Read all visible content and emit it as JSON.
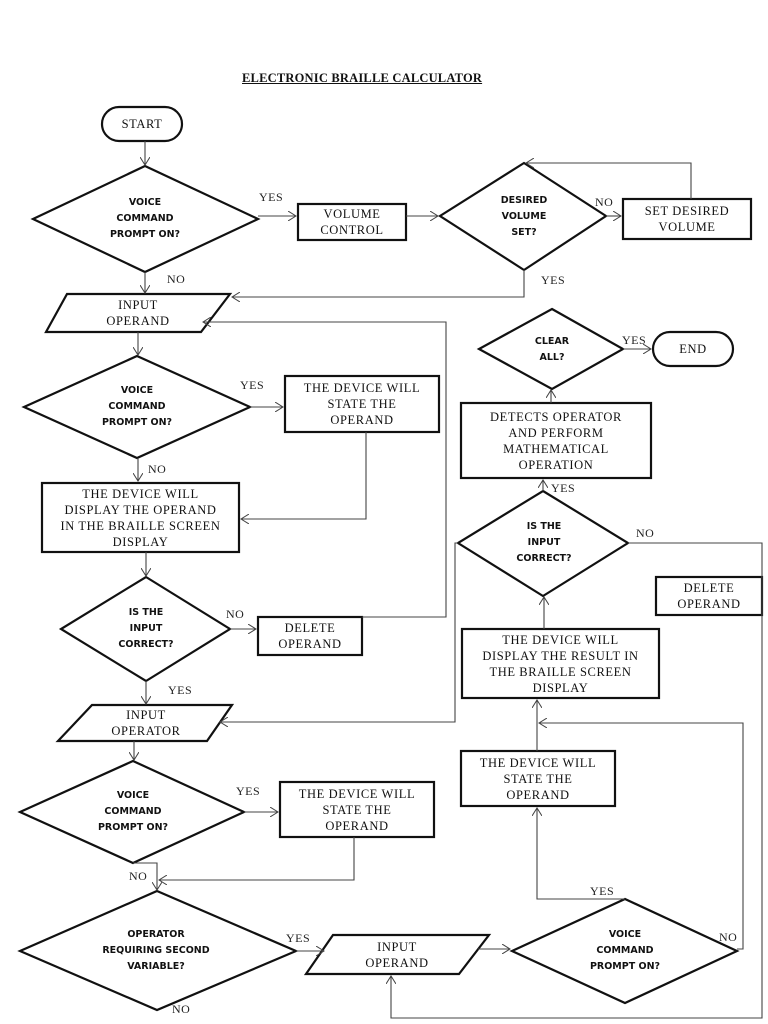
{
  "title": "ELECTRONIC BRAILLE CALCULATOR",
  "nodes": {
    "start": "START",
    "voice1": "VOICE\nCOMMAND\nPROMPT ON?",
    "volume_control": "VOLUME\nCONTROL",
    "desired_volume": "DESIRED\nVOLUME\nSET?",
    "set_volume": "SET DESIRED\nVOLUME",
    "input_operand1": "INPUT\nOPERAND",
    "voice2": "VOICE\nCOMMAND\nPROMPT ON?",
    "state_operand1": "THE DEVICE WILL\nSTATE THE\nOPERAND",
    "display_operand": "THE DEVICE WILL\nDISPLAY THE OPERAND\nIN THE BRAILLE SCREEN\nDISPLAY",
    "correct1": "IS THE\nINPUT\nCORRECT?",
    "delete_operand1": "DELETE\nOPERAND",
    "input_operator": "INPUT\nOPERATOR",
    "voice3": "VOICE\nCOMMAND\nPROMPT ON?",
    "state_operand2": "THE DEVICE WILL\nSTATE THE\nOPERAND",
    "second_variable": "OPERATOR\nREQUIRING SECOND\nVARIABLE?",
    "input_operand2": "INPUT\nOPERAND",
    "voice4": "VOICE\nCOMMAND\nPROMPT ON?",
    "state_operand3": "THE DEVICE WILL\nSTATE THE\nOPERAND",
    "display_result": "THE DEVICE WILL\nDISPLAY THE RESULT IN\nTHE BRAILLE SCREEN\nDISPLAY",
    "correct2": "IS THE\nINPUT\nCORRECT?",
    "delete_operand2": "DELETE\nOPERAND",
    "detect_operator": "DETECTS OPERATOR\nAND PERFORM\nMATHEMATICAL\nOPERATION",
    "clear_all": "CLEAR\nALL?",
    "end": "END"
  },
  "labels": {
    "yes": "YES",
    "no": "NO"
  },
  "colors": {
    "stroke": "#111111",
    "connector": "#444444",
    "background": "#ffffff"
  }
}
